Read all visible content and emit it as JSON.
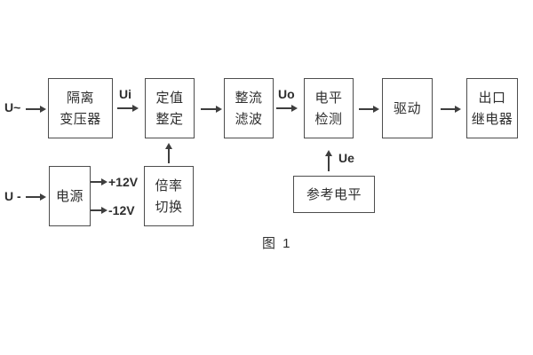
{
  "figure": {
    "caption": "图 1",
    "colors": {
      "background": "#ffffff",
      "border": "#4d4d4d",
      "line": "#3e3e3e",
      "text": "#2e2e2e"
    }
  },
  "labels": {
    "ac_input": "U~",
    "dc_input": "U -",
    "ui": "Ui",
    "uo": "Uo",
    "ue": "Ue",
    "plus12v": "+12V",
    "minus12v": "-12V"
  },
  "blocks": {
    "isolation_transformer": {
      "line1": "隔离",
      "line2": "变压器"
    },
    "setting_adjust": {
      "line1": "定值",
      "line2": "整定"
    },
    "rectifier_filter": {
      "line1": "整流",
      "line2": "滤波"
    },
    "level_detection": {
      "line1": "电平",
      "line2": "检测"
    },
    "driver": {
      "line1": "驱动"
    },
    "output_relay": {
      "line1": "出口",
      "line2": "继电器"
    },
    "power_supply": {
      "line1": "电源"
    },
    "ratio_switch": {
      "line1": "倍率",
      "line2": "切换"
    },
    "reference_level": {
      "line1": "参考电平"
    }
  }
}
